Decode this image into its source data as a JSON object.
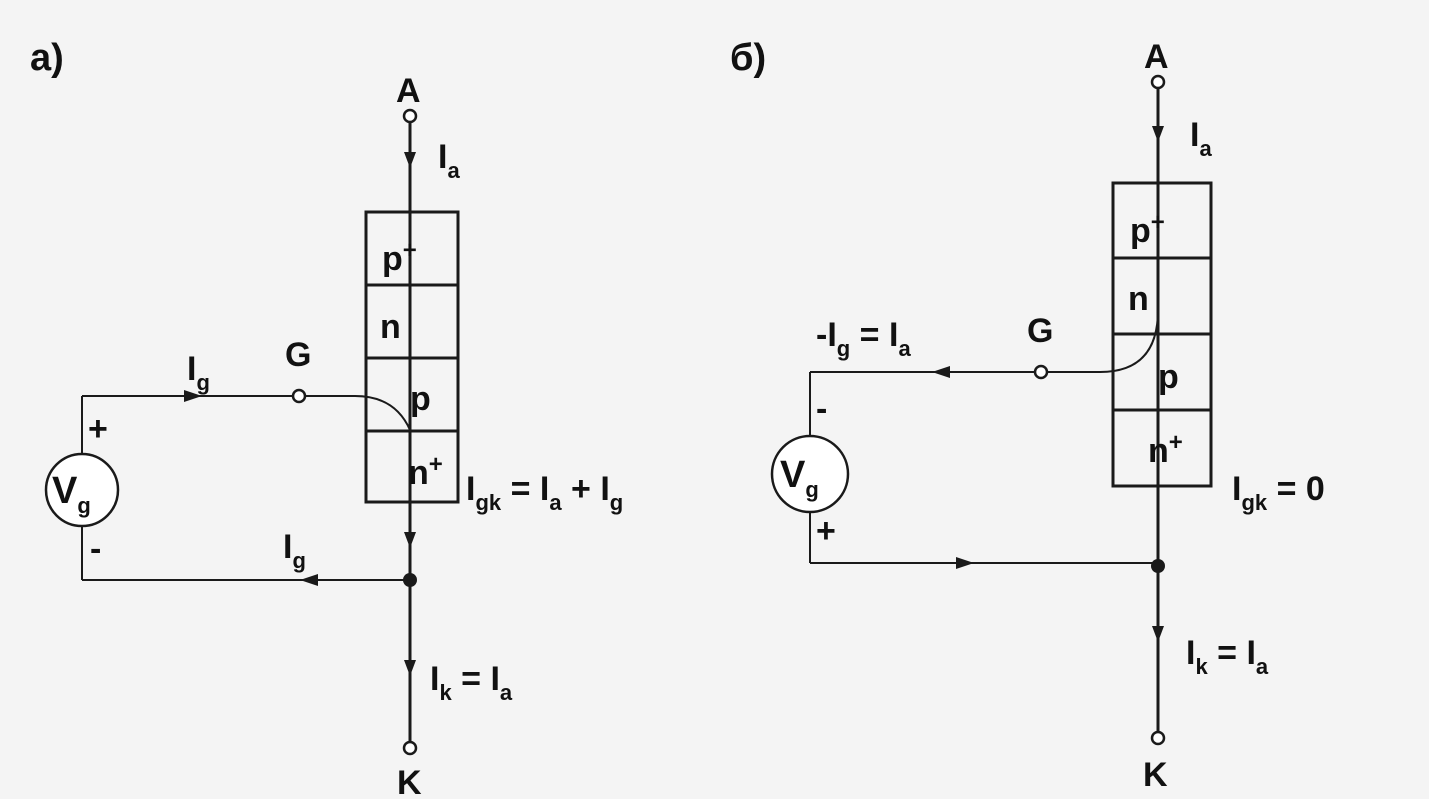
{
  "panel_a": {
    "label": "а)",
    "anode": "A",
    "cathode": "K",
    "gate": "G",
    "ia": {
      "main": "I",
      "sub": "a"
    },
    "ig_top": {
      "main": "I",
      "sub": "g"
    },
    "ig_bottom": {
      "main": "I",
      "sub": "g"
    },
    "plus": "+",
    "minus": "-",
    "source": {
      "main": "V",
      "sub": "g"
    },
    "layers": {
      "p_plus": "p",
      "p_plus_sup": "+",
      "n": "n",
      "p": "p",
      "n_plus": "n",
      "n_plus_sup": "+"
    },
    "igk_eq": {
      "main": "I",
      "sub": "gk",
      "rest": " = I",
      "sub2": "a",
      "rest2": " + I",
      "sub3": "g"
    },
    "ik_eq": {
      "main": "I",
      "sub": "k",
      "rest": " = I",
      "sub2": "a"
    }
  },
  "panel_b": {
    "label": "б)",
    "anode": "A",
    "cathode": "K",
    "gate": "G",
    "ia": {
      "main": "I",
      "sub": "a"
    },
    "ig_eq": {
      "pre": "-I",
      "sub": "g",
      "rest": " = I",
      "sub2": "a"
    },
    "plus": "+",
    "minus": "-",
    "source": {
      "main": "V",
      "sub": "g"
    },
    "layers": {
      "p_plus": "p",
      "p_plus_sup": "+",
      "n": "n",
      "p": "p",
      "n_plus": "n",
      "n_plus_sup": "+"
    },
    "igk_eq": {
      "main": "I",
      "sub": "gk",
      "rest": " = 0"
    },
    "ik_eq": {
      "main": "I",
      "sub": "k",
      "rest": " = I",
      "sub2": "a"
    }
  },
  "colors": {
    "ink": "#1a1a1a",
    "paper": "#f4f4f4"
  }
}
